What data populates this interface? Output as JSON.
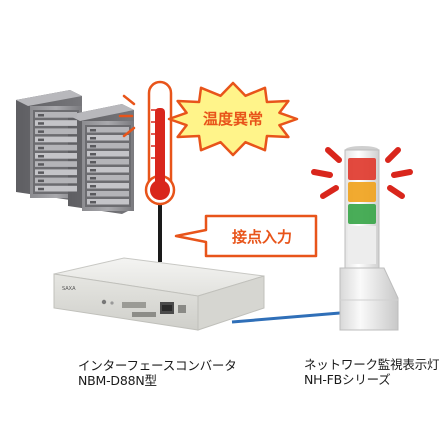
{
  "diagram": {
    "alert_burst_text": "温度異常",
    "contact_label": "接点入力",
    "converter_brand": "SAXA",
    "converter_caption": {
      "line1": "インターフェースコンバータ",
      "line2": "NBM-D88N型"
    },
    "light_caption": {
      "line1": "ネットワーク監視表示灯",
      "line2": "NH-FBシリーズ"
    },
    "colors": {
      "burst_fill": "#fff48a",
      "burst_stroke": "#e8541a",
      "accent_orange": "#e8541a",
      "thermometer_red": "#d9261c",
      "cable_dark": "#1a1a1a",
      "cable_blue": "#2f6fb8",
      "lamp_red": "#e03a2e",
      "lamp_amber": "#f0a31e",
      "lamp_green": "#3aa64a"
    }
  }
}
